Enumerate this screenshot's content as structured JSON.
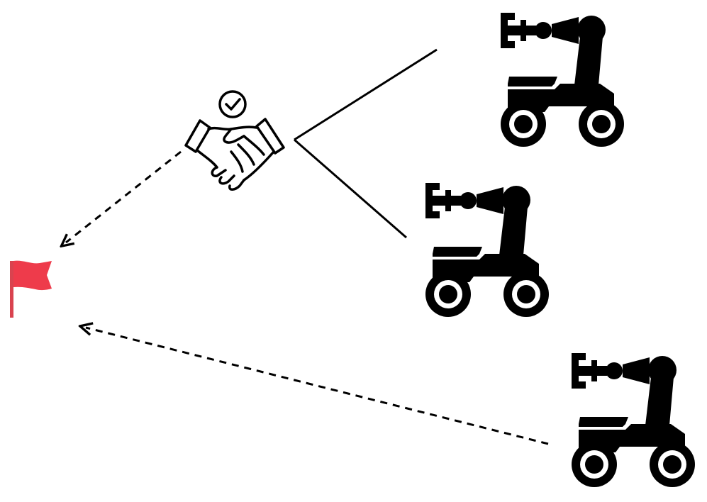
{
  "diagram": {
    "colors": {
      "ink": "#000000",
      "flag": "#ee3b4b",
      "pole": "#d9434f",
      "background": "#ffffff"
    },
    "nodes": [
      {
        "id": "goal",
        "icon": "flag-icon"
      },
      {
        "id": "agreement",
        "icon": "handshake-check-icon"
      },
      {
        "id": "robot-1",
        "icon": "mobile-manipulator-robot-icon"
      },
      {
        "id": "robot-2",
        "icon": "mobile-manipulator-robot-icon"
      },
      {
        "id": "robot-3",
        "icon": "mobile-manipulator-robot-icon"
      }
    ],
    "edges": [
      {
        "from": "robot-1",
        "to": "agreement",
        "style": "solid"
      },
      {
        "from": "robot-2",
        "to": "agreement",
        "style": "solid"
      },
      {
        "from": "agreement",
        "to": "goal",
        "style": "dashed-arrow"
      },
      {
        "from": "robot-3",
        "to": "goal",
        "style": "dashed-arrow"
      }
    ]
  }
}
